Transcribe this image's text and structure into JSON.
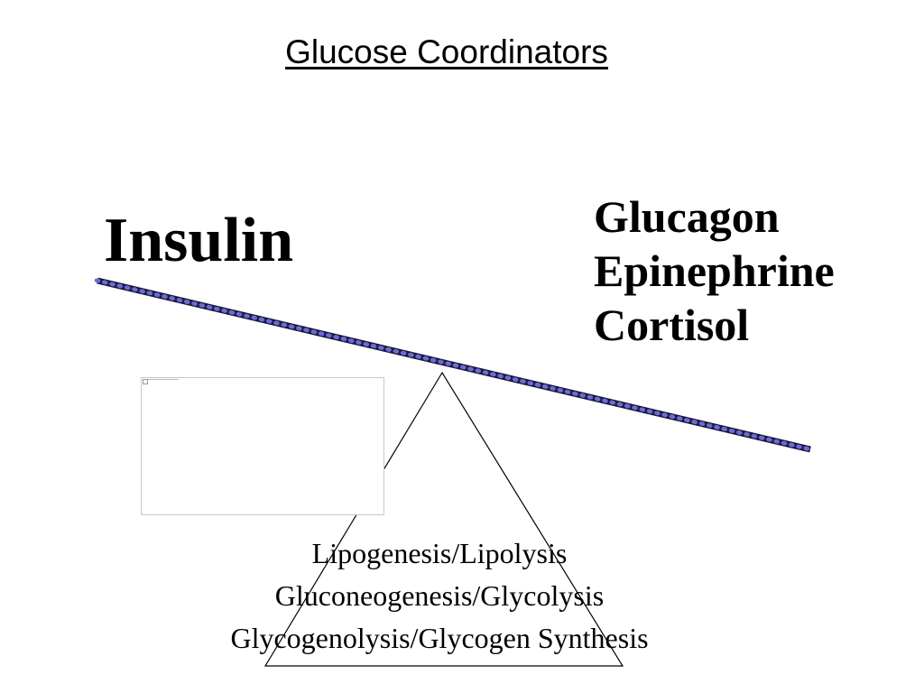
{
  "slide": {
    "title": "Glucose Coordinators",
    "left_label": "Insulin",
    "right_labels": [
      "Glucagon",
      "Epinephrine",
      "Cortisol"
    ],
    "processes": [
      "Lipogenesis/Lipolysis",
      "Gluconeogenesis/Glycolysis",
      "Glycogenolysis/Glycogen Synthesis"
    ]
  },
  "colors": {
    "text": "#000000",
    "beam_bead": "#6b6bd8",
    "beam_outline": "#1a1a3a",
    "fulcrum_stroke": "#000000"
  }
}
